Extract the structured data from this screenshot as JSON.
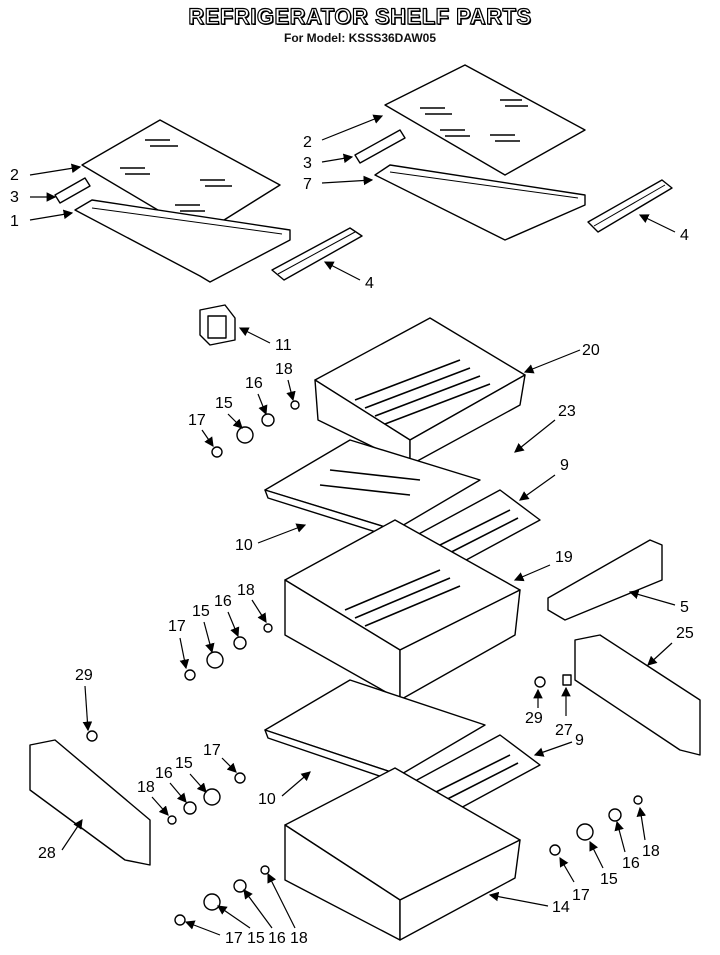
{
  "header": {
    "title": "REFRIGERATOR SHELF PARTS",
    "model": "For Model: KSSS36DAW05"
  },
  "callouts": [
    "1",
    "2",
    "3",
    "4",
    "5",
    "7",
    "9",
    "10",
    "11",
    "14",
    "15",
    "16",
    "17",
    "18",
    "19",
    "20",
    "23",
    "25",
    "27",
    "28",
    "29"
  ]
}
